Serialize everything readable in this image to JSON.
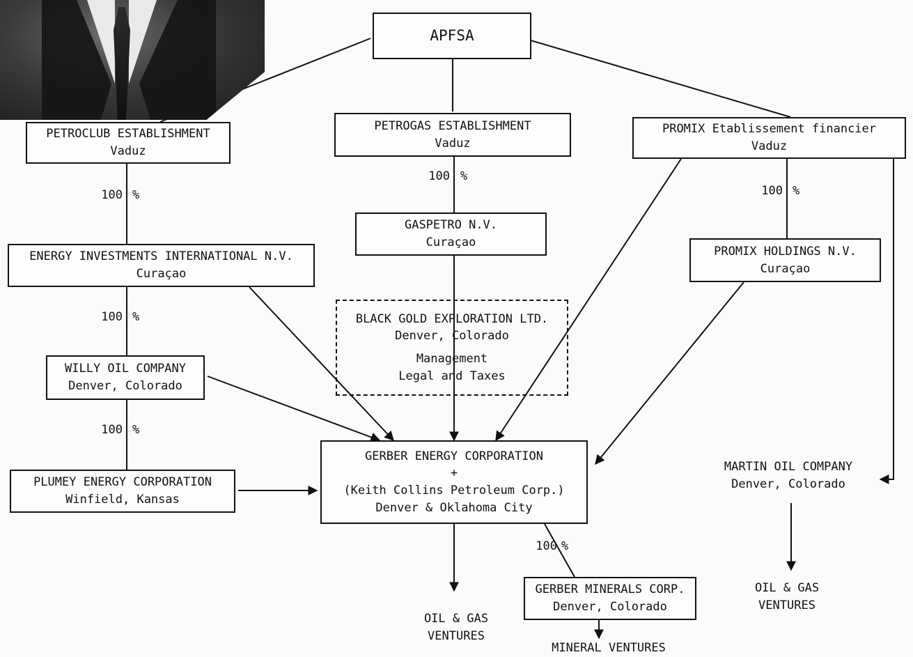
{
  "entities": {
    "apfsa": {
      "lines": [
        "APFSA"
      ]
    },
    "petroclub": {
      "lines": [
        "PETROCLUB ESTABLISHMENT",
        "Vaduz"
      ]
    },
    "petrogas": {
      "lines": [
        "PETROGAS ESTABLISHMENT",
        "Vaduz"
      ]
    },
    "promix": {
      "lines": [
        "PROMIX Etablissement financier",
        "Vaduz"
      ]
    },
    "energy_investments": {
      "lines": [
        "ENERGY INVESTMENTS INTERNATIONAL N.V.",
        "Curaçao"
      ]
    },
    "gaspetro": {
      "lines": [
        "GASPETRO N.V.",
        "Curaçao"
      ]
    },
    "promix_holdings": {
      "lines": [
        "PROMIX HOLDINGS N.V.",
        "Curaçao"
      ]
    },
    "black_gold": {
      "lines": [
        "BLACK GOLD EXPLORATION LTD.",
        "Denver, Colorado"
      ],
      "sub_lines": [
        "Management",
        "Legal and Taxes"
      ]
    },
    "willy_oil": {
      "lines": [
        "WILLY OIL COMPANY",
        "Denver, Colorado"
      ]
    },
    "gerber_energy": {
      "lines": [
        "GERBER ENERGY CORPORATION",
        "+",
        "(Keith Collins Petroleum Corp.)",
        "Denver & Oklahoma City"
      ]
    },
    "plumey": {
      "lines": [
        "PLUMEY ENERGY CORPORATION",
        "Winfield, Kansas"
      ]
    },
    "martin_oil": {
      "lines": [
        "MARTIN OIL COMPANY",
        "Denver, Colorado"
      ]
    },
    "gerber_minerals": {
      "lines": [
        "GERBER MINERALS CORP.",
        "Denver, Colorado"
      ]
    }
  },
  "ownership": {
    "petroclub_to_energy_investments": {
      "value": "100",
      "unit": "%"
    },
    "petrogas_to_gaspetro": {
      "value": "100",
      "unit": "%"
    },
    "promix_to_promix_holdings": {
      "value": "100",
      "unit": "%"
    },
    "energy_investments_to_willy": {
      "value": "100",
      "unit": "%"
    },
    "willy_to_plumey": {
      "value": "100",
      "unit": "%"
    },
    "gerber_to_minerals": {
      "value": "100",
      "unit": "%"
    }
  },
  "ventures": {
    "gerber_oil_gas": {
      "lines": [
        "OIL & GAS",
        "VENTURES"
      ]
    },
    "martin_oil_gas": {
      "lines": [
        "OIL & GAS",
        "VENTURES"
      ]
    },
    "minerals": {
      "lines": [
        "MINERAL VENTURES"
      ]
    }
  }
}
